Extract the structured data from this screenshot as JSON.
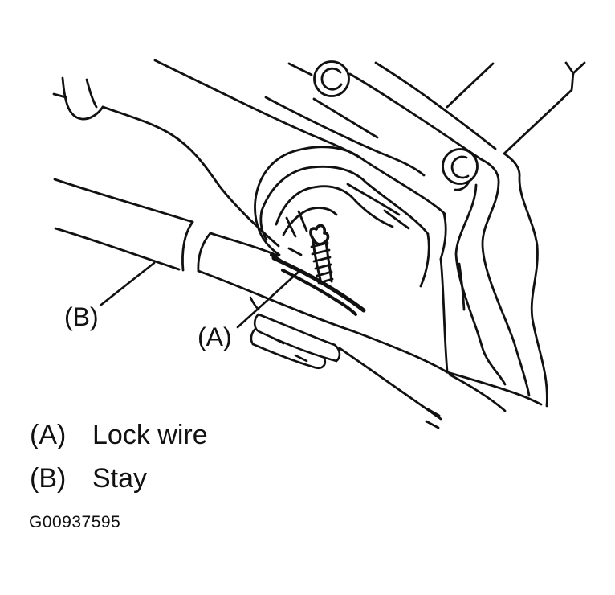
{
  "figure": {
    "code": "G00937595",
    "background": "#ffffff",
    "line_color": "#111111"
  },
  "callouts": {
    "a": "(A)",
    "b": "(B)"
  },
  "legend": {
    "items": [
      {
        "key": "(A)",
        "label": "Lock wire"
      },
      {
        "key": "(B)",
        "label": "Stay"
      }
    ]
  }
}
